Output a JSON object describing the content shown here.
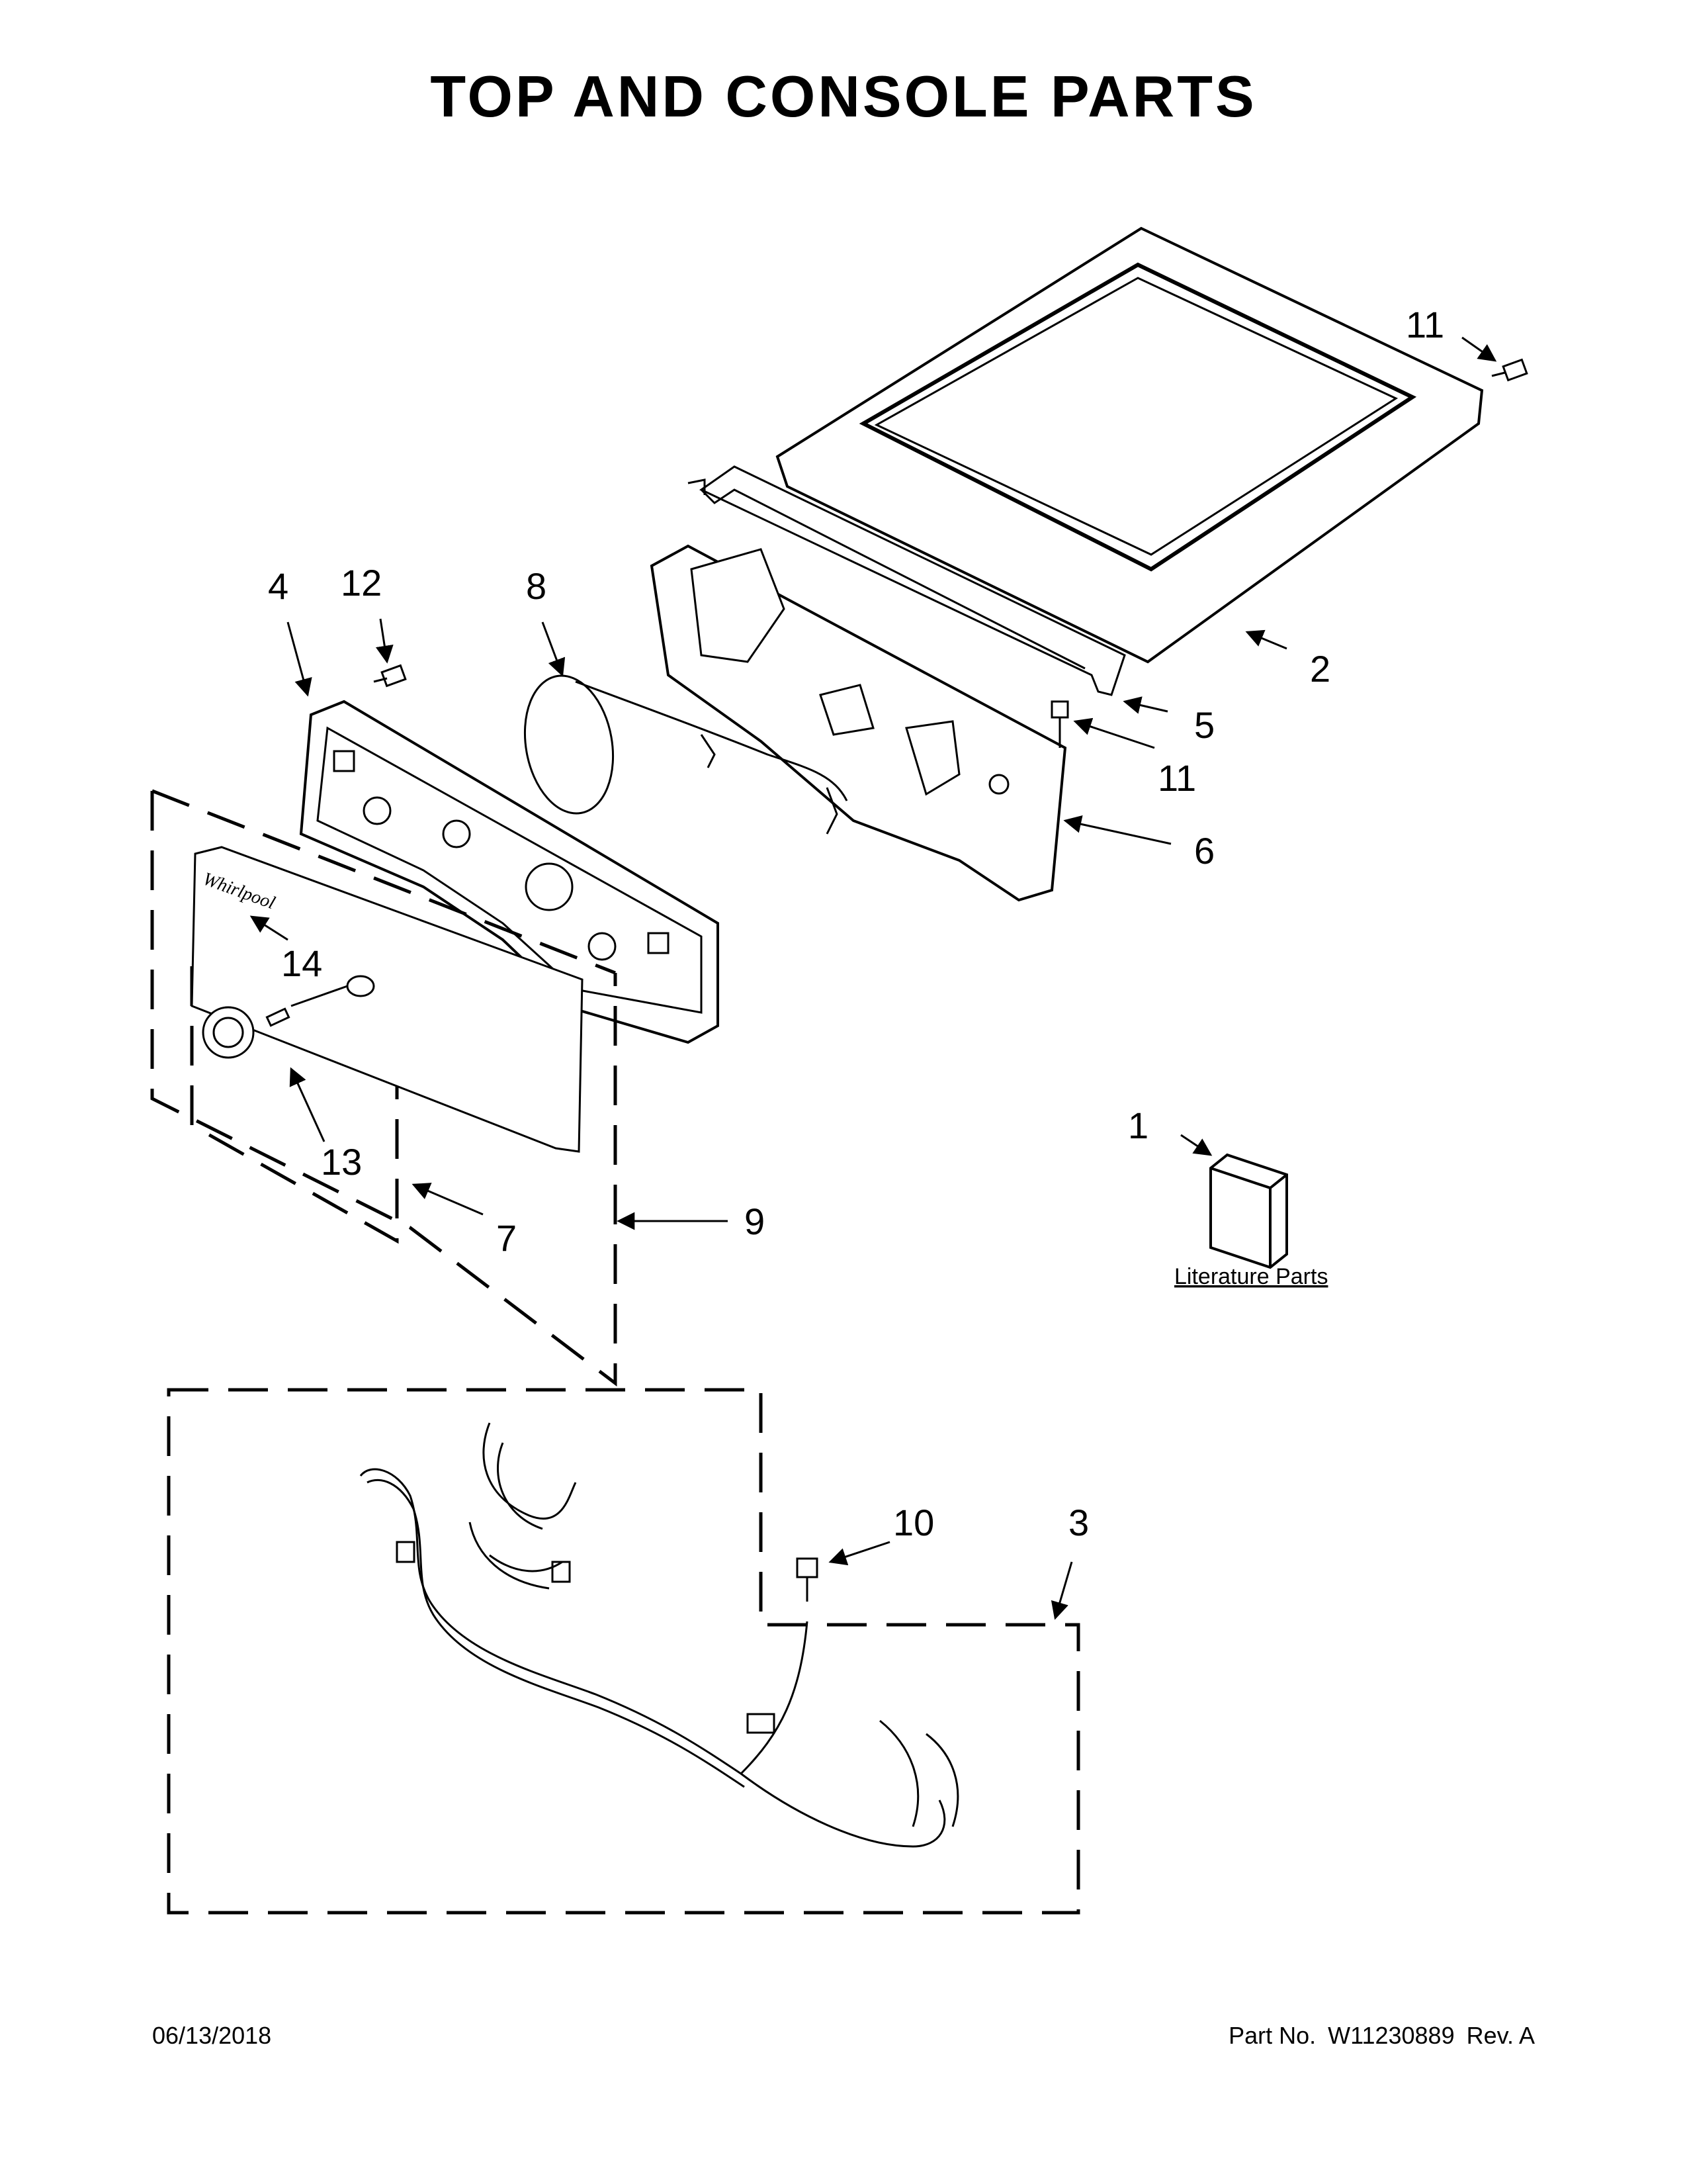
{
  "title": "TOP AND CONSOLE PARTS",
  "callouts": {
    "c1": "1",
    "c2": "2",
    "c3": "3",
    "c4": "4",
    "c5": "5",
    "c6": "6",
    "c7": "7",
    "c8": "8",
    "c9": "9",
    "c10": "10",
    "c11a": "11",
    "c11b": "11",
    "c12": "12",
    "c13": "13",
    "c14": "14"
  },
  "literature_label": "Literature Parts",
  "footer": {
    "date": "06/13/2018",
    "part_label": "Part No.",
    "part_number": "W11230889",
    "revision": "Rev. A"
  }
}
